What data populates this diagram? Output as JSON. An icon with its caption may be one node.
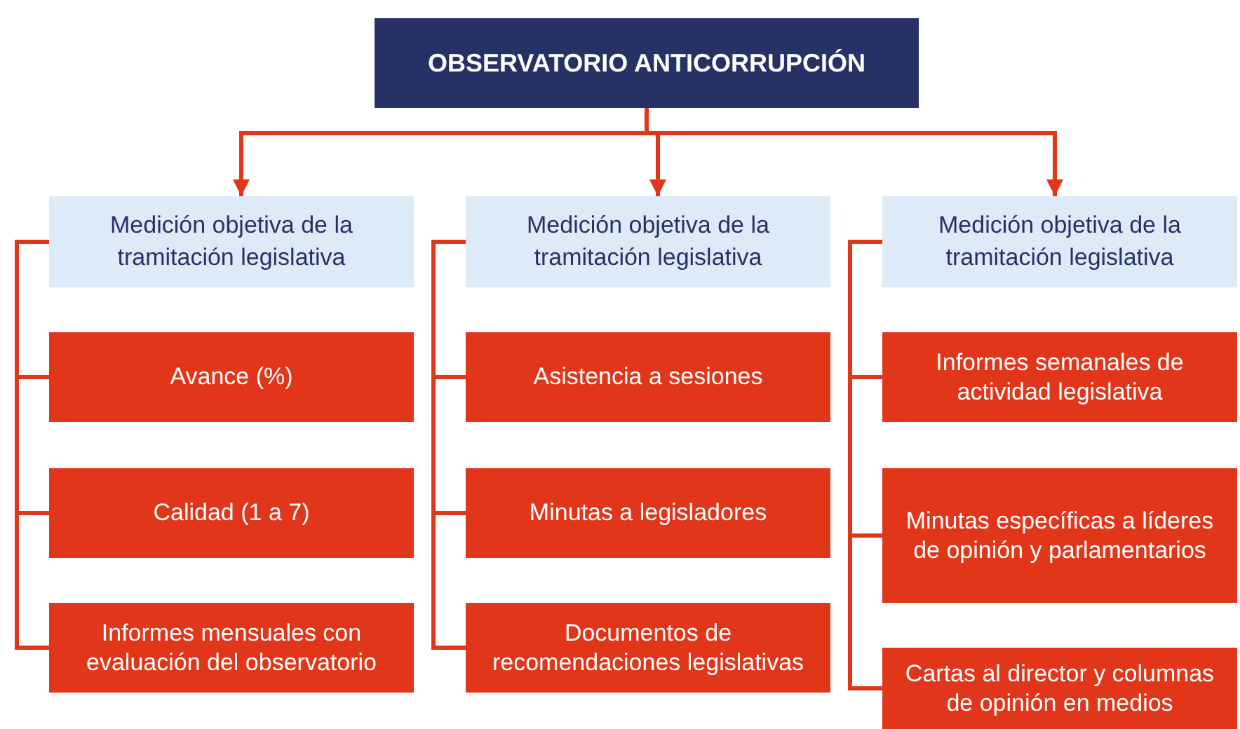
{
  "diagram": {
    "nodes": [
      {
        "text": [
          "OBSERVATORIO ANTICORRUPCIÓN"
        ]
      },
      {
        "text": [
          "Medición objetiva de la tramitación legislativa"
        ]
      },
      {
        "text": [
          "Avance (%)"
        ]
      },
      {
        "text": [
          "Calidad (1 a 7)"
        ]
      },
      {
        "text": [
          "Informes mensuales con evaluación del observatorio"
        ]
      },
      {
        "text": [
          "Medición objetiva de la tramitación legislativa"
        ]
      },
      {
        "text": [
          "Asistencia a sesiones"
        ]
      },
      {
        "text": [
          "Minutas a legisladores"
        ]
      },
      {
        "text": [
          "Documentos de recomendaciones legislativas"
        ]
      },
      {
        "text": [
          "Medición objetiva de la tramitación legislativa"
        ]
      },
      {
        "text": [
          "Informes semanales de actividad legislativa"
        ]
      },
      {
        "text": [
          "Minutas específicas a líderes de opinión y parlamentarios"
        ]
      },
      {
        "text": [
          "Cartas al director y columnas de opinión en medios"
        ]
      }
    ],
    "edges": [
      {
        "from": 0,
        "to": 1,
        "arrow": "to"
      },
      {
        "from": 0,
        "to": 5,
        "arrow": "to"
      },
      {
        "from": 0,
        "to": 9,
        "arrow": "to"
      },
      {
        "from": 1,
        "to": 2,
        "arrow": "none"
      },
      {
        "from": 1,
        "to": 3,
        "arrow": "none"
      },
      {
        "from": 1,
        "to": 4,
        "arrow": "none"
      },
      {
        "from": 5,
        "to": 6,
        "arrow": "none"
      },
      {
        "from": 5,
        "to": 7,
        "arrow": "none"
      },
      {
        "from": 5,
        "to": 8,
        "arrow": "none"
      },
      {
        "from": 9,
        "to": 10,
        "arrow": "none"
      },
      {
        "from": 9,
        "to": 11,
        "arrow": "none"
      },
      {
        "from": 9,
        "to": 12,
        "arrow": "none"
      }
    ]
  }
}
